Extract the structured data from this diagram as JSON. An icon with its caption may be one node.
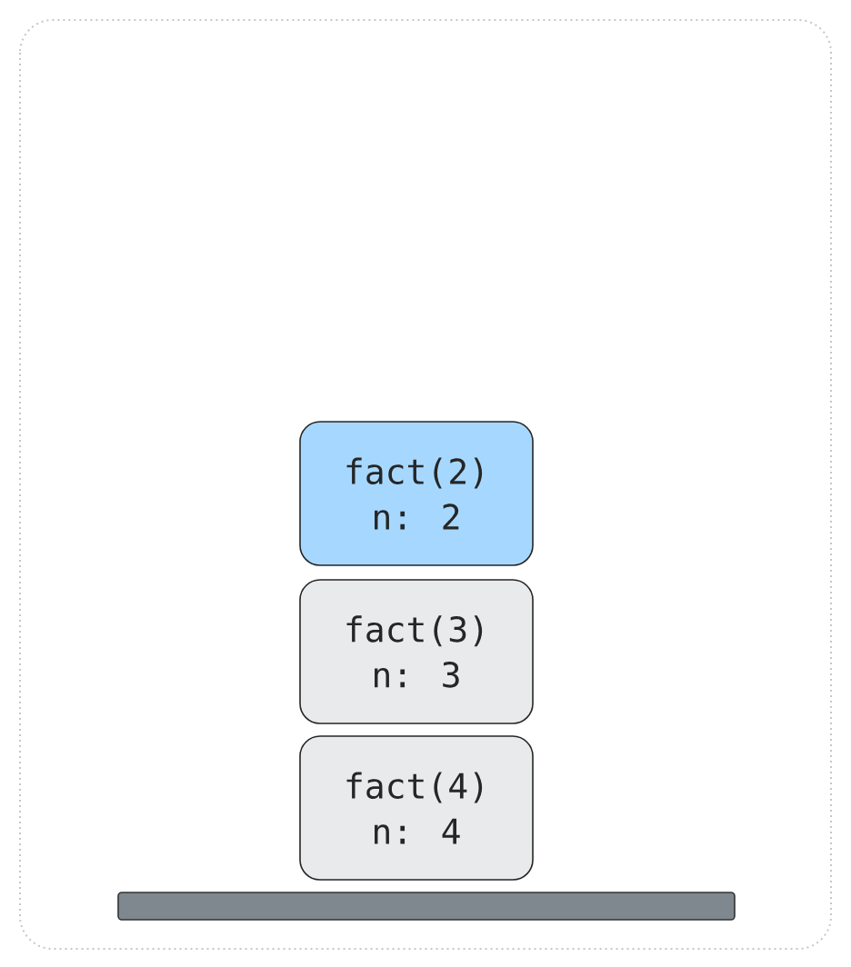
{
  "diagram": {
    "nodes": [
      {
        "text": [
          "fact(2)",
          "n: 2"
        ]
      },
      {
        "text": [
          "fact(3)",
          "n: 3"
        ]
      },
      {
        "text": [
          "fact(4)",
          "n: 4"
        ]
      },
      {
        "text": [],
        "shape": "bar"
      }
    ]
  }
}
